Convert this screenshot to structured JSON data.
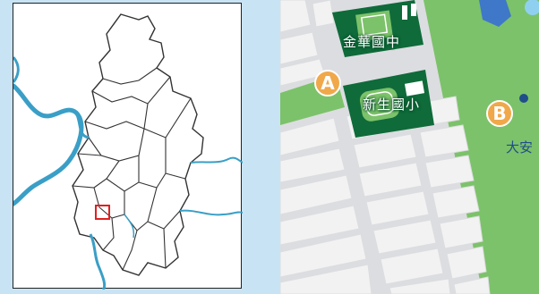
{
  "locator_map": {
    "highlight": "selected-district-marker",
    "colors": {
      "river": "#3a9fc6",
      "border": "#333333",
      "highlight": "#e02020"
    }
  },
  "detail_map": {
    "schools": [
      {
        "id": "jinhua",
        "label": "金華國中"
      },
      {
        "id": "xinsheng",
        "label": "新生國小"
      }
    ],
    "markers": [
      {
        "id": "A",
        "label": "A"
      },
      {
        "id": "B",
        "label": "B"
      }
    ],
    "area_label": "大安",
    "colors": {
      "park": "#7cc26a",
      "school": "#0f6b3a",
      "marker": "#f0a84a",
      "block": "#f2f2f2",
      "road": "#dcdde0"
    }
  }
}
